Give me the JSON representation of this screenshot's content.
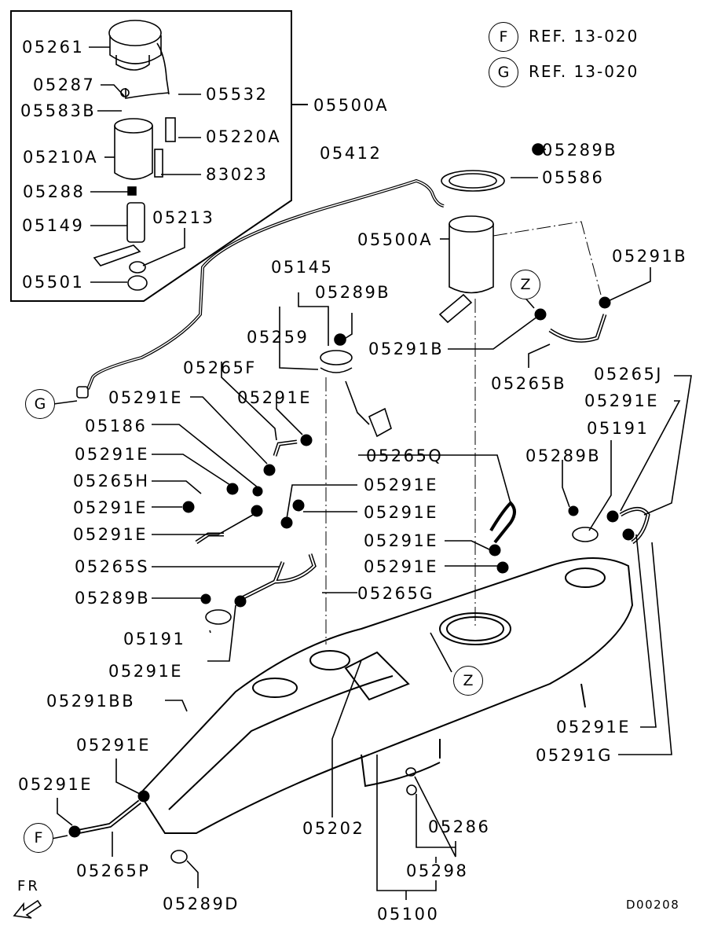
{
  "diagram": {
    "title": "Fuel tank & fuel pump assembly parts diagram",
    "drawing_code": "D00208",
    "direction_label": "FR",
    "references": [
      {
        "marker": "F",
        "text": "REF. 13-020"
      },
      {
        "marker": "G",
        "text": "REF. 13-020"
      }
    ],
    "callout_markers": {
      "z_top": "Z",
      "z_bottom": "Z",
      "f_hose": "F",
      "g_pipe": "G"
    },
    "inset_parts": {
      "p05261": "05261",
      "p05287": "05287",
      "p05583B": "05583B",
      "p05210A": "05210A",
      "p05288": "05288",
      "p05149": "05149",
      "p05501": "05501",
      "p05532": "05532",
      "p05220A": "05220A",
      "p83023": "83023",
      "p05213": "05213",
      "assembly": "05500A"
    },
    "parts": {
      "p05412": "05412",
      "p05289B_top": "05289B",
      "p05586": "05586",
      "p05500A": "05500A",
      "p05291B_right": "05291B",
      "p05291B_mid": "05291B",
      "p05265B": "05265B",
      "p05145": "05145",
      "p05289B_sender": "05289B",
      "p05259": "05259",
      "p05265F": "05265F",
      "p05291E_a": "05291E",
      "p05291E_b": "05291E",
      "p05186": "05186",
      "p05291E_c": "05291E",
      "p05265H": "05265H",
      "p05291E_d": "05291E",
      "p05291E_e": "05291E",
      "p05265S": "05265S",
      "p05289B_left": "05289B",
      "p05191_left": "05191",
      "p05291E_f": "05291E",
      "p05291BB": "05291BB",
      "p05291E_g": "05291E",
      "p05291E_h": "05291E",
      "p05265P": "05265P",
      "p05289D": "05289D",
      "p05202": "05202",
      "p05265Q": "05265Q",
      "p05291E_i": "05291E",
      "p05291E_j": "05291E",
      "p05291E_k": "05291E",
      "p05291E_l": "05291E",
      "p05265G": "05265G",
      "p05265J": "05265J",
      "p05291E_m": "05291E",
      "p05191_right": "05191",
      "p05289B_right": "05289B",
      "p05291E_n": "05291E",
      "p05291G": "05291G",
      "p05286": "05286",
      "p05298": "05298",
      "p05100": "05100"
    }
  }
}
